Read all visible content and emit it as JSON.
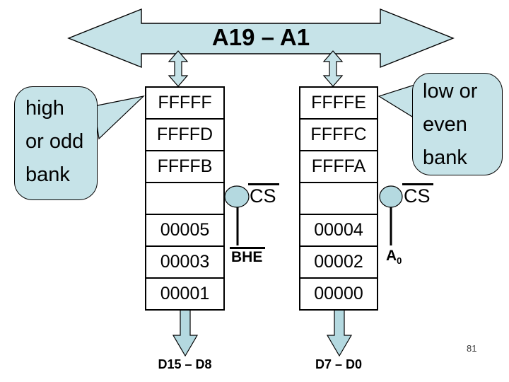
{
  "colors": {
    "shape_fill": "#c6e3e8",
    "accent_fill": "#b4d9e0",
    "outline": "#000000",
    "background": "#ffffff"
  },
  "address_bus": {
    "label": "A19 – A1"
  },
  "left_bubble": {
    "lines": [
      "high",
      "or odd",
      "bank"
    ]
  },
  "right_bubble": {
    "lines": [
      "low or",
      "even",
      "bank"
    ]
  },
  "left_bank": {
    "cells": [
      "FFFFF",
      "FFFFD",
      "FFFFB",
      "",
      "00005",
      "00003",
      "00001"
    ],
    "cs_label": "CS",
    "control_label": "BHE",
    "data_label": "D15 – D8"
  },
  "right_bank": {
    "cells": [
      "FFFFE",
      "FFFFC",
      "FFFFA",
      "",
      "00004",
      "00002",
      "00000"
    ],
    "cs_label": "CS",
    "control_label": "A",
    "control_subscript": "0",
    "data_label": "D7 – D0"
  },
  "page_number": "81"
}
